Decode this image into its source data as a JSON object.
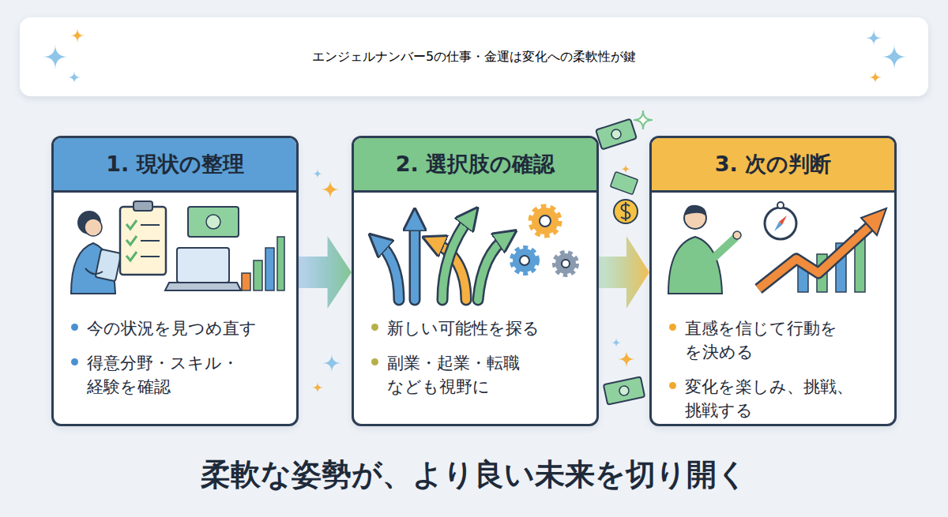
{
  "diagram": {
    "title": "エンジェルナンバー5の仕事・金運は変化への柔軟性が鍵",
    "caption": "柔軟な姿勢が、より良い未来を切り開く",
    "nodes": [
      {
        "text": [
          "1. 現状の整理",
          "今の状況を見つめ直す",
          "得意分野・スキル・ 経験を確認"
        ]
      },
      {
        "text": [
          "2. 選択肢の確認",
          "新しい可能性を探る",
          "副業・起業・転職 なども視野に"
        ]
      },
      {
        "text": [
          "3. 次の判断",
          "直感を信じて行動を を決める",
          "変化を楽しみ、挑戦、 挑戦する"
        ]
      }
    ],
    "edges": [
      {
        "from": 0,
        "to": 1,
        "arrow": "to"
      },
      {
        "from": 1,
        "to": 2,
        "arrow": "to"
      }
    ]
  }
}
